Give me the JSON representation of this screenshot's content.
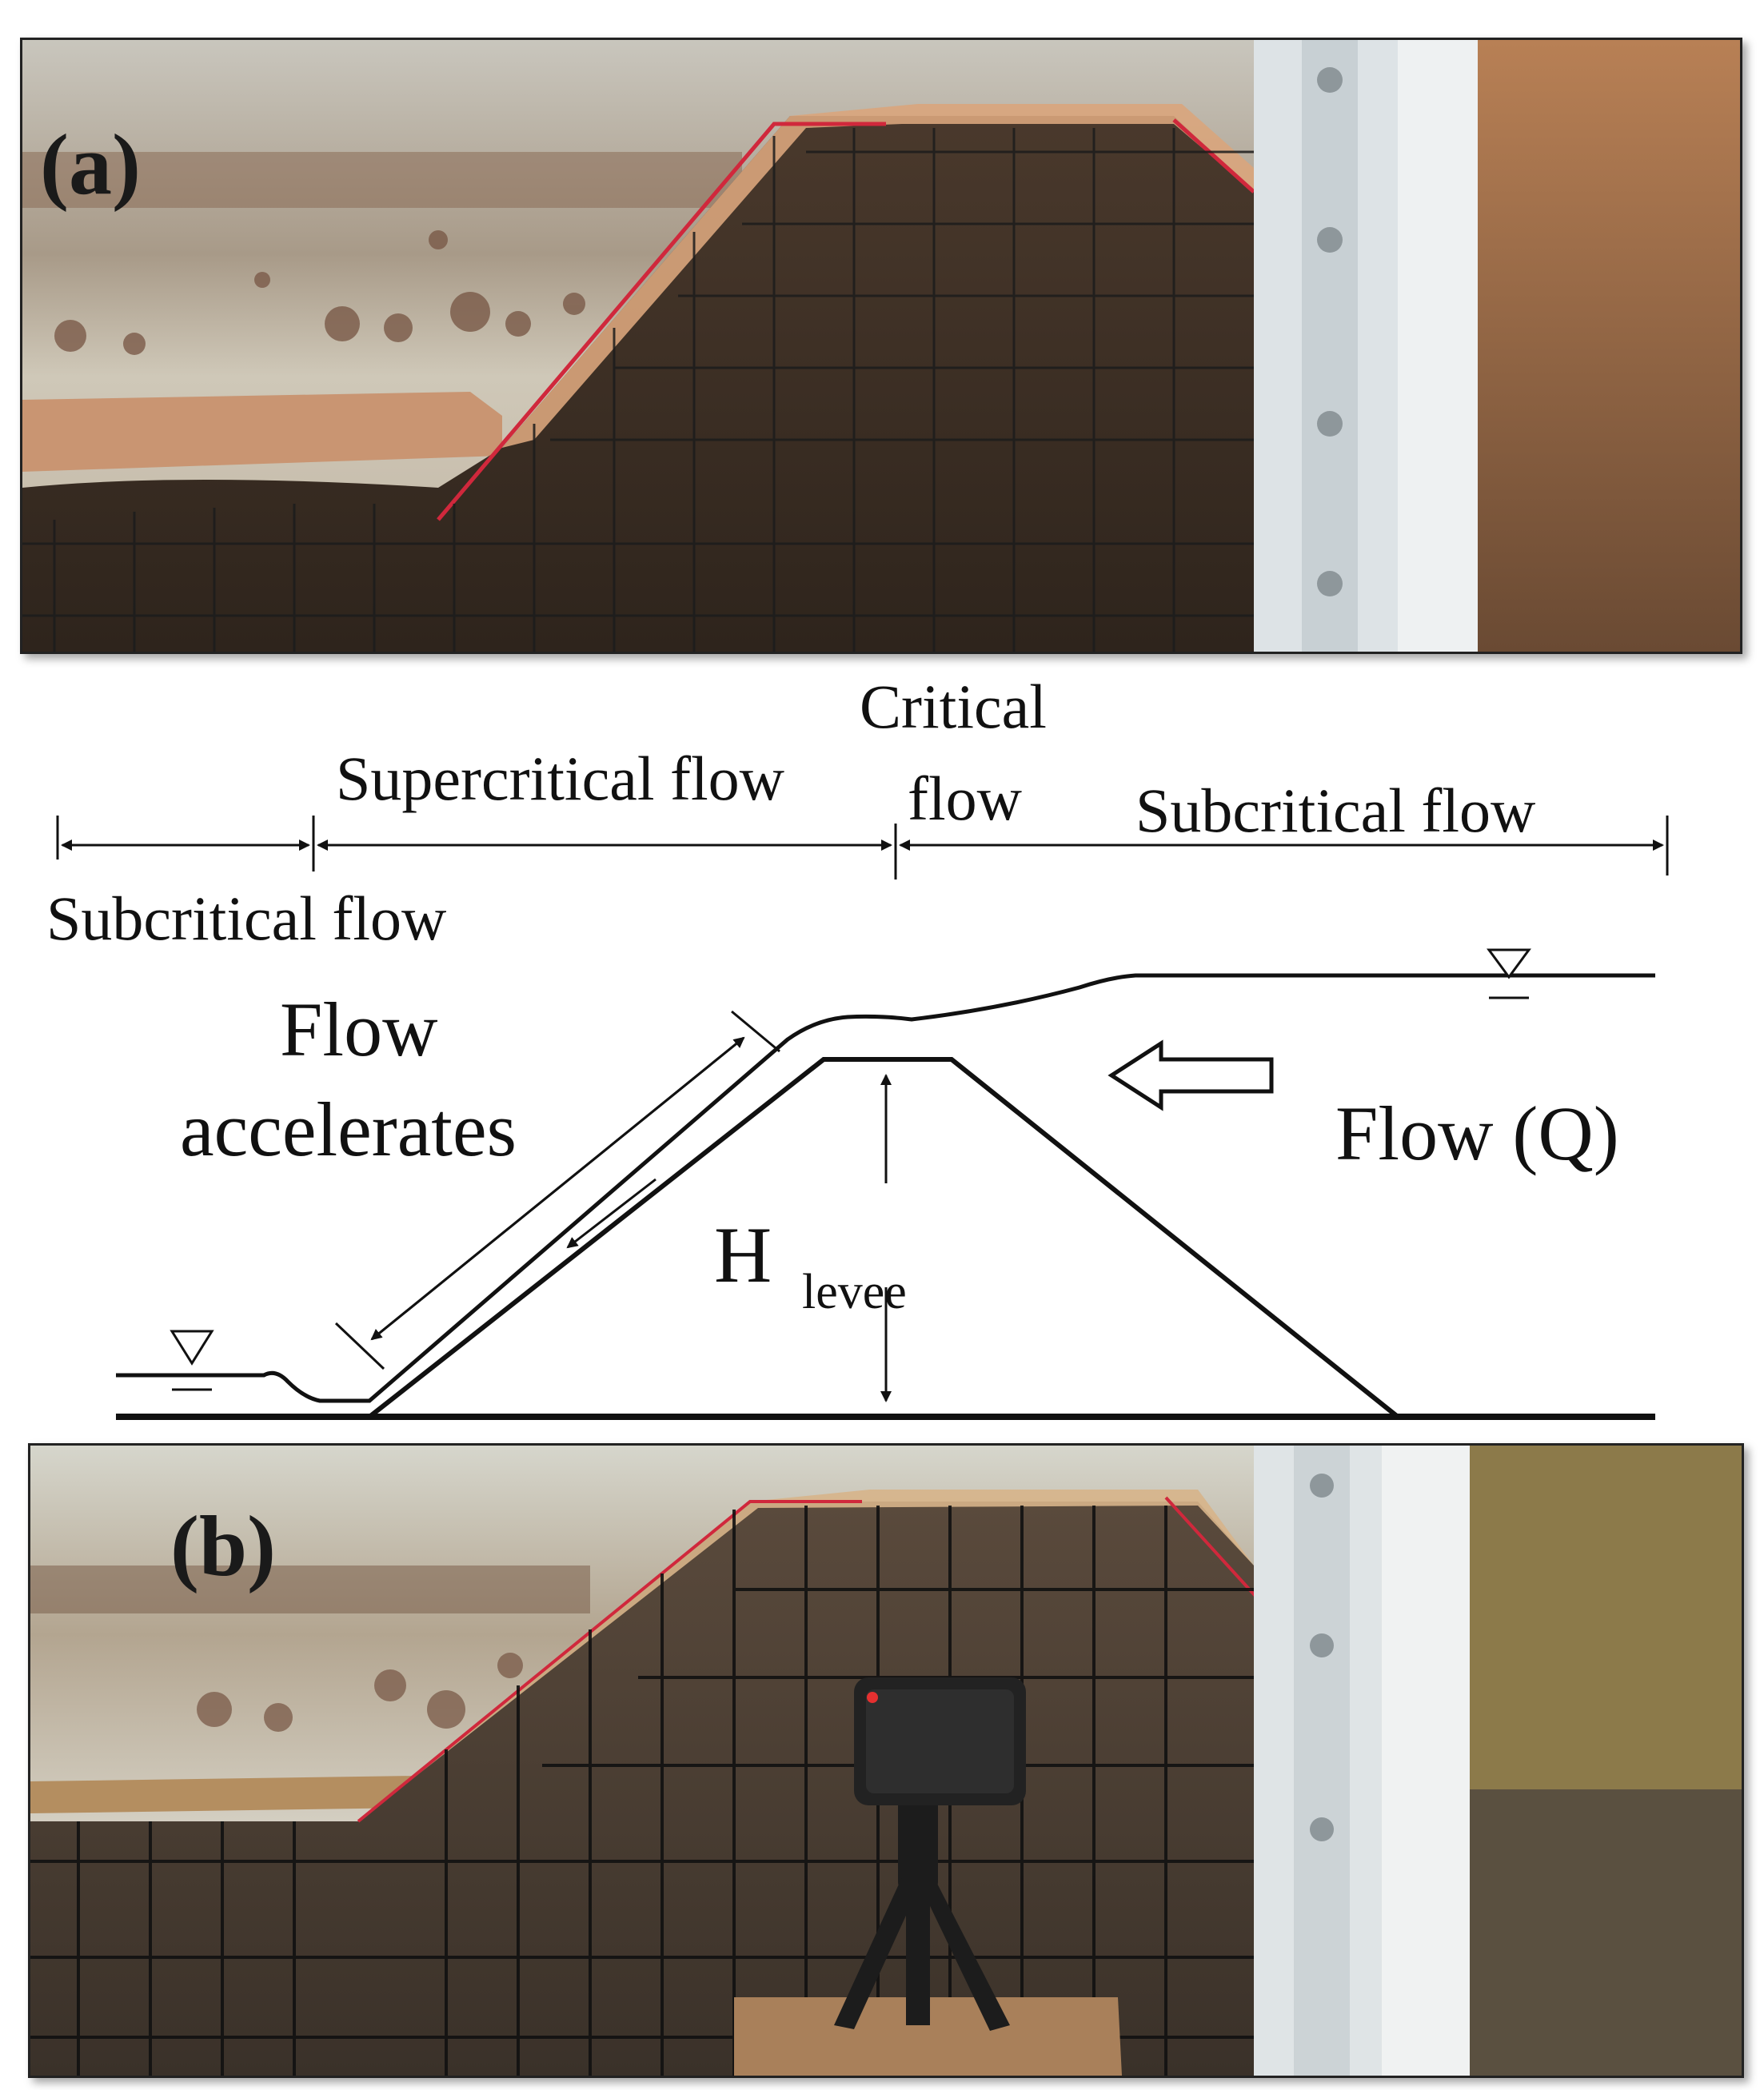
{
  "panels": {
    "a": {
      "label": "(a)"
    },
    "b": {
      "label": "(b)"
    }
  },
  "diagram": {
    "flow_regimes": {
      "subcritical_left": "Subcritical flow",
      "supercritical": "Supercritical flow",
      "critical_line1": "Critical",
      "critical_line2": "flow",
      "subcritical_right": "Subcritical flow"
    },
    "flow_accelerates_line1": "Flow",
    "flow_accelerates_line2": "accelerates",
    "flow_q": "Flow (Q)",
    "height_symbol": "H",
    "height_subscript": "levee"
  },
  "colors": {
    "grid_line": "#1c1c1c",
    "red_guide": "#d0283c",
    "sand": "#d8a27a",
    "water_dark": "#3c2e22"
  }
}
